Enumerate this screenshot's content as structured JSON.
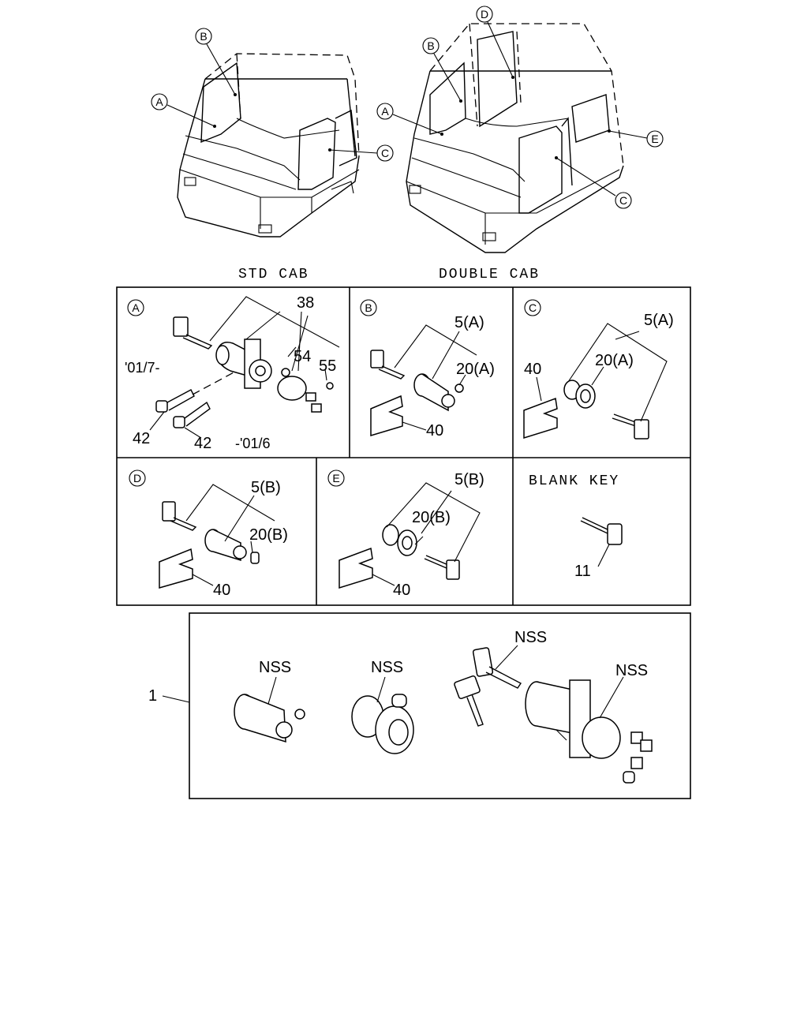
{
  "cabs": {
    "std_label": "STD CAB",
    "double_label": "DOUBLE CAB",
    "callouts": {
      "a": "A",
      "b": "B",
      "c": "C",
      "d": "D",
      "e": "E"
    }
  },
  "panels": {
    "a": {
      "tag": "A",
      "p38": "38",
      "p54": "54",
      "p55": "55",
      "date_from": "'01/7-",
      "p42a": "42",
      "p42b": "42",
      "date_to": "-'01/6"
    },
    "b": {
      "tag": "B",
      "p5": "5(A)",
      "p20": "20(A)",
      "p40": "40"
    },
    "c": {
      "tag": "C",
      "p5": "5(A)",
      "p20": "20(A)",
      "p40": "40"
    },
    "d": {
      "tag": "D",
      "p5": "5(B)",
      "p20": "20(B)",
      "p40": "40"
    },
    "e": {
      "tag": "E",
      "p5": "5(B)",
      "p20": "20(B)",
      "p40": "40"
    },
    "blank": {
      "title": "BLANK KEY",
      "p11": "11"
    }
  },
  "kit": {
    "ref": "1",
    "nss1": "NSS",
    "nss2": "NSS",
    "nss3": "NSS",
    "nss4": "NSS"
  }
}
